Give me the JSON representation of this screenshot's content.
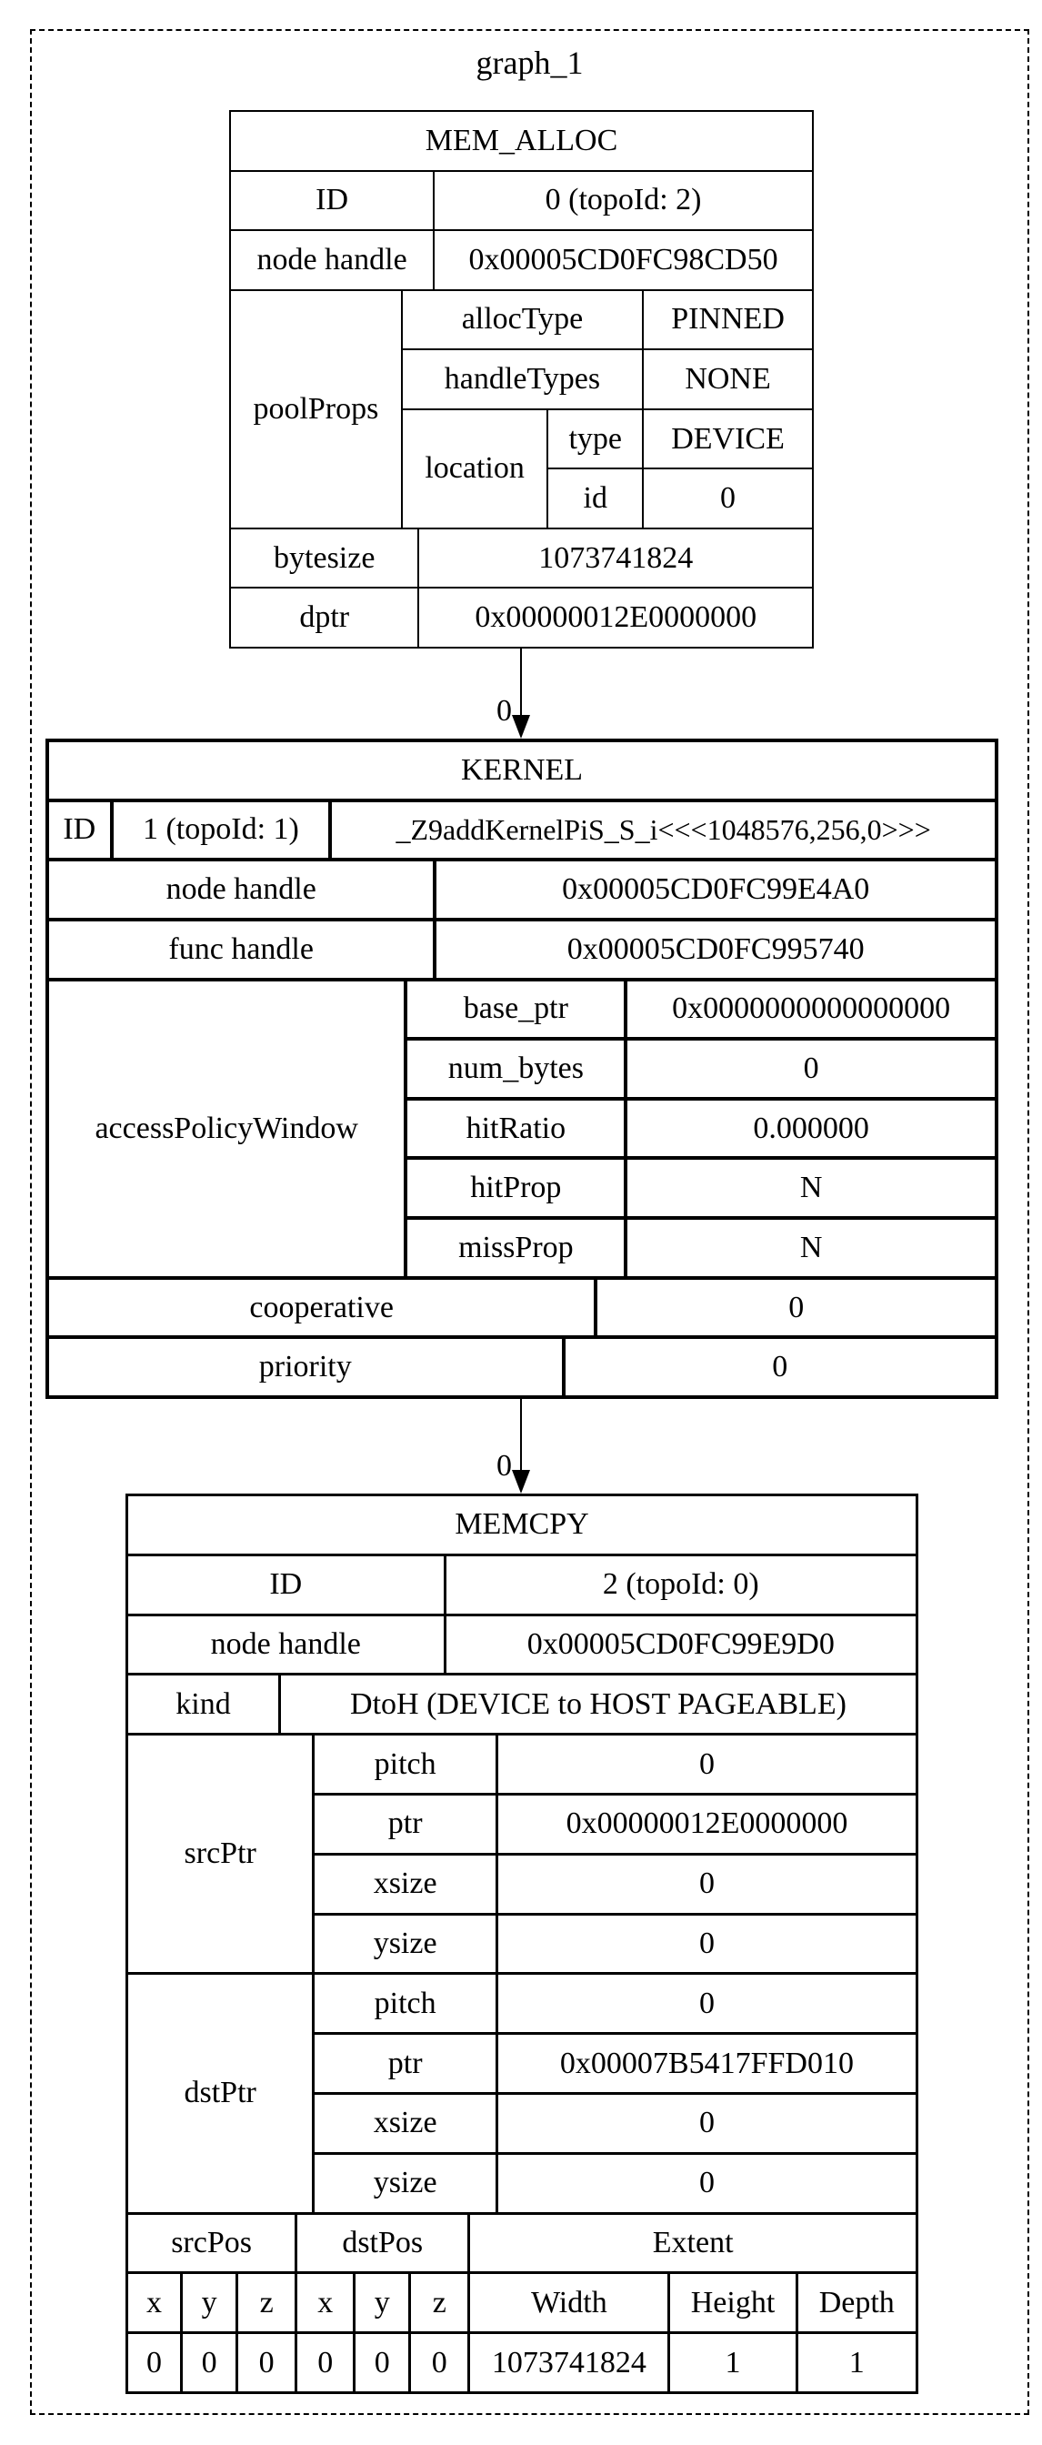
{
  "colors": {
    "ink": "#000000",
    "paper": "#ffffff"
  },
  "graph": {
    "title": "graph_1"
  },
  "edges": [
    {
      "label": "0"
    },
    {
      "label": "0"
    }
  ],
  "memalloc": {
    "title": "MEM_ALLOC",
    "id_label": "ID",
    "id_value": "0 (topoId: 2)",
    "node_handle_label": "node handle",
    "node_handle_value": "0x00005CD0FC98CD50",
    "pool_props_label": "poolProps",
    "alloc_type_label": "allocType",
    "alloc_type_value": "PINNED",
    "handle_types_label": "handleTypes",
    "handle_types_value": "NONE",
    "location_label": "location",
    "location_type_label": "type",
    "location_type_value": "DEVICE",
    "location_id_label": "id",
    "location_id_value": "0",
    "bytesize_label": "bytesize",
    "bytesize_value": "1073741824",
    "dptr_label": "dptr",
    "dptr_value": "0x00000012E0000000"
  },
  "kernel": {
    "title": "KERNEL",
    "id_label": "ID",
    "id_value": "1 (topoId: 1)",
    "kernel_name": "_Z9addKernelPiS_S_i<<<1048576,256,0>>>",
    "node_handle_label": "node handle",
    "node_handle_value": "0x00005CD0FC99E4A0",
    "func_handle_label": "func handle",
    "func_handle_value": "0x00005CD0FC995740",
    "access_policy_window_label": "accessPolicyWindow",
    "base_ptr_label": "base_ptr",
    "base_ptr_value": "0x0000000000000000",
    "num_bytes_label": "num_bytes",
    "num_bytes_value": "0",
    "hit_ratio_label": "hitRatio",
    "hit_ratio_value": "0.000000",
    "hit_prop_label": "hitProp",
    "hit_prop_value": "N",
    "miss_prop_label": "missProp",
    "miss_prop_value": "N",
    "cooperative_label": "cooperative",
    "cooperative_value": "0",
    "priority_label": "priority",
    "priority_value": "0"
  },
  "memcpy": {
    "title": "MEMCPY",
    "id_label": "ID",
    "id_value": "2 (topoId: 0)",
    "node_handle_label": "node handle",
    "node_handle_value": "0x00005CD0FC99E9D0",
    "kind_label": "kind",
    "kind_value": "DtoH (DEVICE to HOST PAGEABLE)",
    "src_ptr_label": "srcPtr",
    "src": {
      "pitch_label": "pitch",
      "pitch_value": "0",
      "ptr_label": "ptr",
      "ptr_value": "0x00000012E0000000",
      "xsize_label": "xsize",
      "xsize_value": "0",
      "ysize_label": "ysize",
      "ysize_value": "0"
    },
    "dst_ptr_label": "dstPtr",
    "dst": {
      "pitch_label": "pitch",
      "pitch_value": "0",
      "ptr_label": "ptr",
      "ptr_value": "0x00007B5417FFD010",
      "xsize_label": "xsize",
      "xsize_value": "0",
      "ysize_label": "ysize",
      "ysize_value": "0"
    },
    "src_pos_label": "srcPos",
    "dst_pos_label": "dstPos",
    "extent_label": "Extent",
    "pos_headers": [
      "x",
      "y",
      "z",
      "x",
      "y",
      "z"
    ],
    "extent_headers": [
      "Width",
      "Height",
      "Depth"
    ],
    "pos_values": [
      "0",
      "0",
      "0",
      "0",
      "0",
      "0"
    ],
    "extent_values": [
      "1073741824",
      "1",
      "1"
    ]
  }
}
